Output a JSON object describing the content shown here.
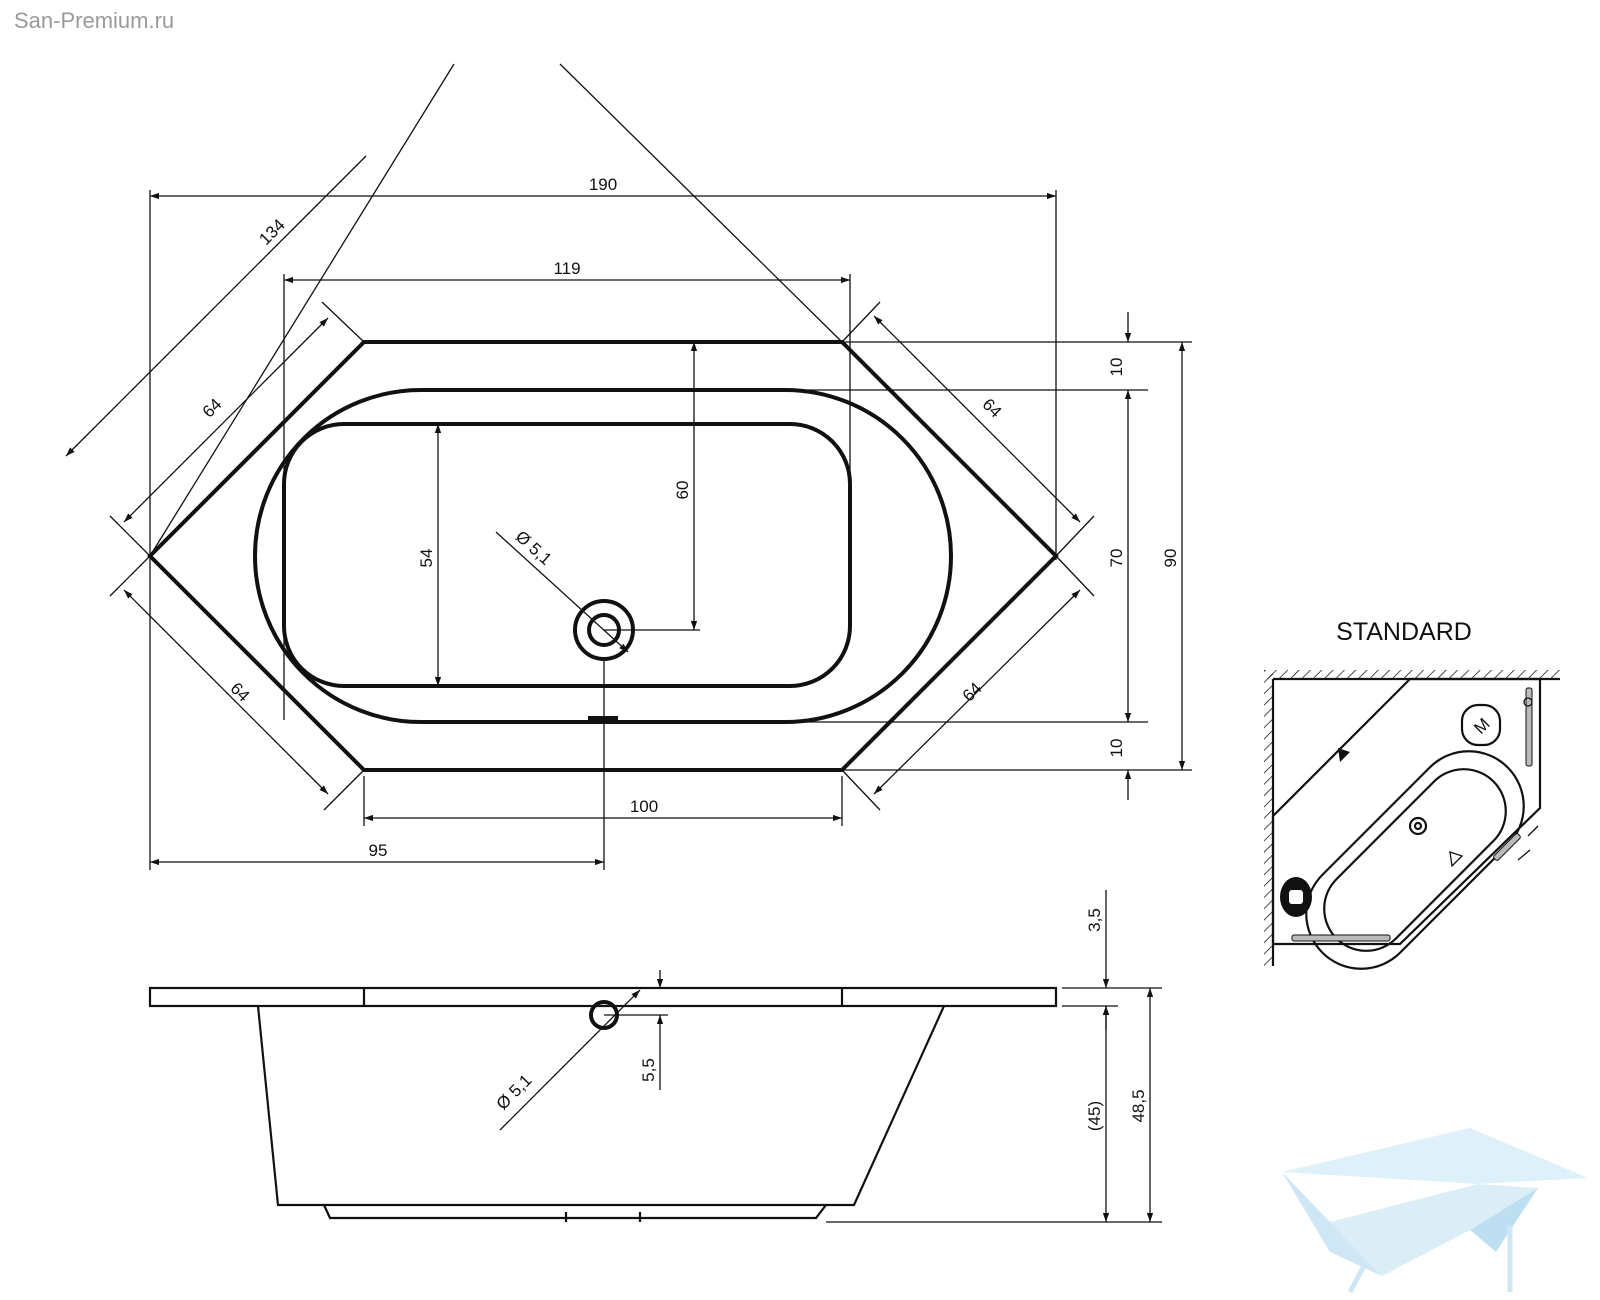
{
  "watermark": "San-Premium.ru",
  "panel_title": "STANDARD",
  "panel_marker": "M",
  "plan_dims": {
    "width_total": "190",
    "width_inner_top": "119",
    "width_bottom_edge": "100",
    "drain_offset": "95",
    "diag_outer": "134",
    "side_ul": "64",
    "side_ur": "64",
    "side_ll": "64",
    "side_lr": "64",
    "depth_inner": "60",
    "width_basin": "54",
    "drain_diameter": "Ø 5,1",
    "rim_top": "10",
    "inner_height": "70",
    "rim_bottom": "10",
    "height_total": "90"
  },
  "section_dims": {
    "rim_thickness": "3,5",
    "overflow_offset": "5,5",
    "overflow_diameter": "Ø 5,1",
    "basin_depth": "(45)",
    "total_depth": "48,5"
  },
  "colors": {
    "line": "#111111",
    "watermark_text": "#9a9a9a",
    "logo": "#bfe0f2"
  }
}
